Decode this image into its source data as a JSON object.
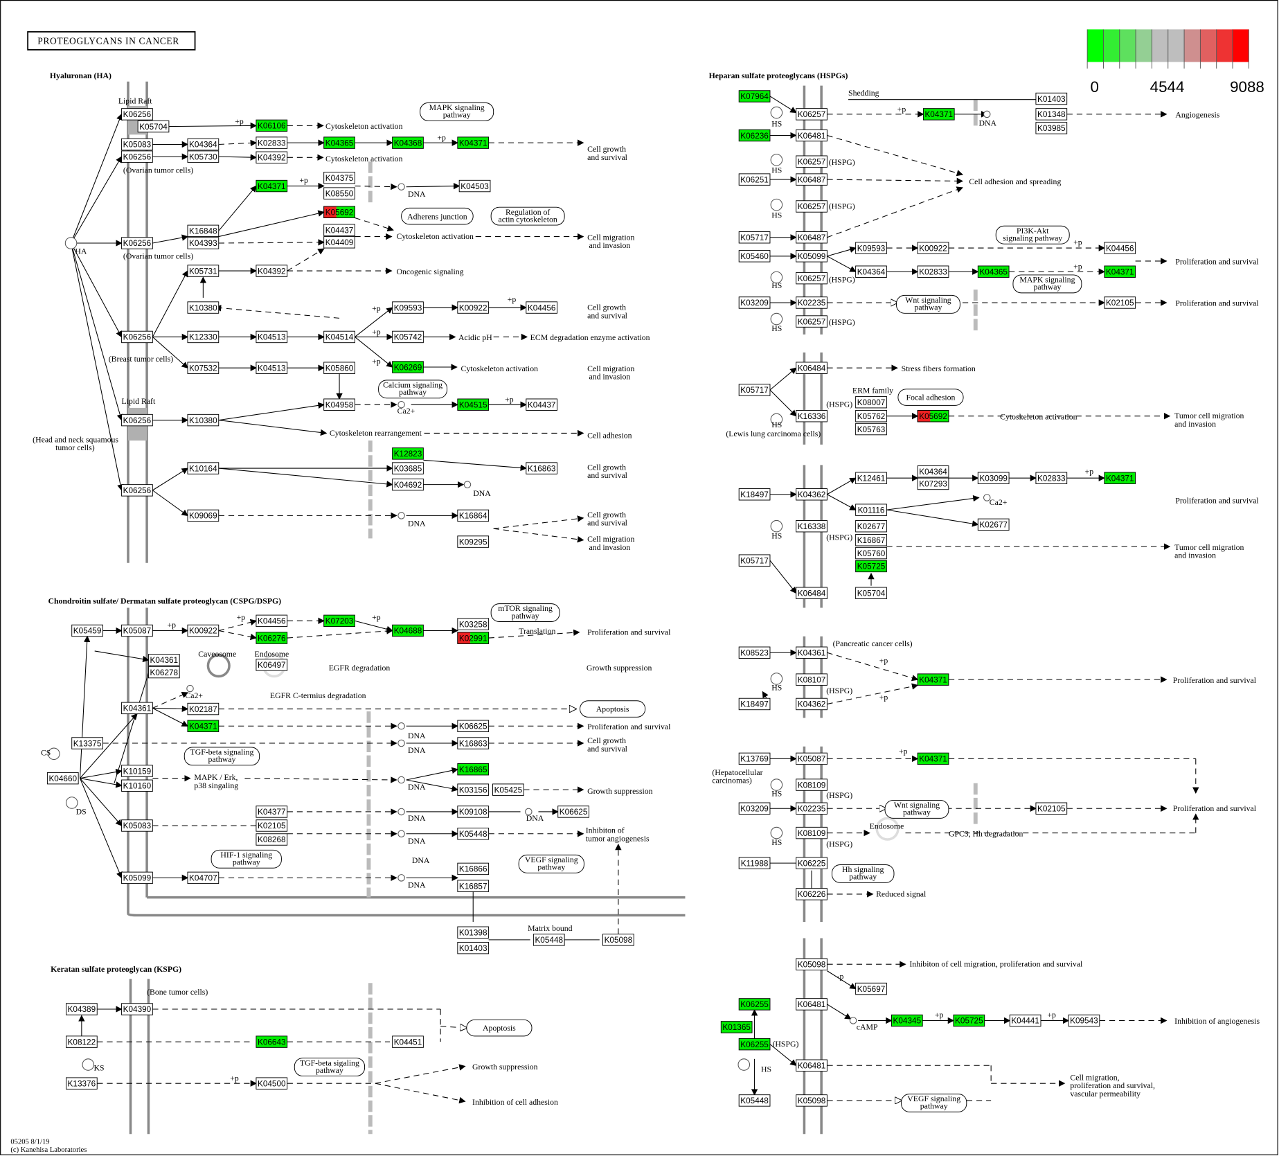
{
  "title": "PROTEOGLYCANS IN CANCER",
  "legend": {
    "colors": [
      "#00ff00",
      "#33ee33",
      "#5ee05e",
      "#94cf94",
      "#bebebe",
      "#bebebe",
      "#cf8f8f",
      "#e06060",
      "#ee3333",
      "#ff0000"
    ],
    "min_label": "0",
    "mid_label": "4544",
    "max_label": "9088"
  },
  "colors": {
    "white": "#ffffff",
    "green": "#00ee00",
    "red": "#ee2222"
  },
  "sections": [
    "Hyaluronan (HA)",
    "Chondroitin sulfate/ Dermatan sulfate proteoglycan (CSPG/DSPG)",
    "Keratan sulfate proteoglycan (KSPG)",
    "Heparan sulfate proteoglycans (HSPGs)"
  ],
  "footer": [
    "05205 8/1/19",
    "(c) Kanehisa Laboratories"
  ],
  "nodes": [
    {
      "id": "K06256",
      "state": "white"
    },
    {
      "id": "K05704",
      "state": "white"
    },
    {
      "id": "K06106",
      "state": "green"
    },
    {
      "id": "K05083",
      "state": "white"
    },
    {
      "id": "K06256",
      "state": "white"
    },
    {
      "id": "K04364",
      "state": "white"
    },
    {
      "id": "K05730",
      "state": "white"
    },
    {
      "id": "K02833",
      "state": "white"
    },
    {
      "id": "K04392",
      "state": "white"
    },
    {
      "id": "K04365",
      "state": "green"
    },
    {
      "id": "K04368",
      "state": "green"
    },
    {
      "id": "K04371",
      "state": "green"
    },
    {
      "id": "K04371",
      "state": "green"
    },
    {
      "id": "K04375",
      "state": "white"
    },
    {
      "id": "K08550",
      "state": "white"
    },
    {
      "id": "K04503",
      "state": "white"
    },
    {
      "id": "K05692",
      "state": "red-green"
    },
    {
      "id": "K16848",
      "state": "white"
    },
    {
      "id": "K04393",
      "state": "white"
    },
    {
      "id": "K06256",
      "state": "white"
    },
    {
      "id": "K04437",
      "state": "white"
    },
    {
      "id": "K04409",
      "state": "white"
    },
    {
      "id": "K05731",
      "state": "white"
    },
    {
      "id": "K04392",
      "state": "white"
    },
    {
      "id": "K10380",
      "state": "white"
    },
    {
      "id": "K09593",
      "state": "white"
    },
    {
      "id": "K00922",
      "state": "white"
    },
    {
      "id": "K04456",
      "state": "white"
    },
    {
      "id": "K06256",
      "state": "white"
    },
    {
      "id": "K12330",
      "state": "white"
    },
    {
      "id": "K04513",
      "state": "white"
    },
    {
      "id": "K04514",
      "state": "white"
    },
    {
      "id": "K05742",
      "state": "white"
    },
    {
      "id": "K07532",
      "state": "white"
    },
    {
      "id": "K04513",
      "state": "white"
    },
    {
      "id": "K05860",
      "state": "white"
    },
    {
      "id": "K06269",
      "state": "green"
    },
    {
      "id": "K04958",
      "state": "white"
    },
    {
      "id": "K04515",
      "state": "green"
    },
    {
      "id": "K04437",
      "state": "white"
    },
    {
      "id": "K06256",
      "state": "white"
    },
    {
      "id": "K10380",
      "state": "white"
    },
    {
      "id": "K12823",
      "state": "green"
    },
    {
      "id": "K03685",
      "state": "white"
    },
    {
      "id": "K04692",
      "state": "white"
    },
    {
      "id": "K16863",
      "state": "white"
    },
    {
      "id": "K10164",
      "state": "white"
    },
    {
      "id": "K06256",
      "state": "white"
    },
    {
      "id": "K09069",
      "state": "white"
    },
    {
      "id": "K16864",
      "state": "white"
    },
    {
      "id": "K09295",
      "state": "white"
    },
    {
      "id": "K05459",
      "state": "white"
    },
    {
      "id": "K05087",
      "state": "white"
    },
    {
      "id": "K00922",
      "state": "white"
    },
    {
      "id": "K04456",
      "state": "white"
    },
    {
      "id": "K06276",
      "state": "green"
    },
    {
      "id": "K07203",
      "state": "green"
    },
    {
      "id": "K04688",
      "state": "green"
    },
    {
      "id": "K03258",
      "state": "white"
    },
    {
      "id": "K02991",
      "state": "red-green"
    },
    {
      "id": "K04361",
      "state": "white"
    },
    {
      "id": "K06278",
      "state": "white"
    },
    {
      "id": "K06497",
      "state": "white"
    },
    {
      "id": "K04361",
      "state": "white"
    },
    {
      "id": "K02187",
      "state": "white"
    },
    {
      "id": "K04371",
      "state": "green"
    },
    {
      "id": "K06625",
      "state": "white"
    },
    {
      "id": "K13375",
      "state": "white"
    },
    {
      "id": "K16863",
      "state": "white"
    },
    {
      "id": "K16865",
      "state": "green"
    },
    {
      "id": "K10159",
      "state": "white"
    },
    {
      "id": "K10160",
      "state": "white"
    },
    {
      "id": "K03156",
      "state": "white"
    },
    {
      "id": "K05425",
      "state": "white"
    },
    {
      "id": "K04660",
      "state": "white"
    },
    {
      "id": "K05083",
      "state": "white"
    },
    {
      "id": "K04377",
      "state": "white"
    },
    {
      "id": "K02105",
      "state": "white"
    },
    {
      "id": "K08268",
      "state": "white"
    },
    {
      "id": "K09108",
      "state": "white"
    },
    {
      "id": "K06625",
      "state": "white"
    },
    {
      "id": "K05448",
      "state": "white"
    },
    {
      "id": "K05099",
      "state": "white"
    },
    {
      "id": "K04707",
      "state": "white"
    },
    {
      "id": "K16866",
      "state": "white"
    },
    {
      "id": "K16857",
      "state": "white"
    },
    {
      "id": "K01398",
      "state": "white"
    },
    {
      "id": "K01403",
      "state": "white"
    },
    {
      "id": "K05448",
      "state": "white"
    },
    {
      "id": "K05098",
      "state": "white"
    },
    {
      "id": "K04389",
      "state": "white"
    },
    {
      "id": "K04390",
      "state": "white"
    },
    {
      "id": "K08122",
      "state": "white"
    },
    {
      "id": "K06643",
      "state": "green"
    },
    {
      "id": "K04451",
      "state": "white"
    },
    {
      "id": "K13376",
      "state": "white"
    },
    {
      "id": "K04500",
      "state": "white"
    },
    {
      "id": "K07964",
      "state": "green"
    },
    {
      "id": "K06257",
      "state": "white"
    },
    {
      "id": "K01403",
      "state": "white"
    },
    {
      "id": "K04371",
      "state": "green"
    },
    {
      "id": "K01348",
      "state": "white"
    },
    {
      "id": "K03985",
      "state": "white"
    },
    {
      "id": "K06236",
      "state": "green"
    },
    {
      "id": "K06481",
      "state": "white"
    },
    {
      "id": "K06257",
      "state": "white"
    },
    {
      "id": "K06251",
      "state": "white"
    },
    {
      "id": "K06487",
      "state": "white"
    },
    {
      "id": "K06257",
      "state": "white"
    },
    {
      "id": "K05717",
      "state": "white"
    },
    {
      "id": "K06487",
      "state": "white"
    },
    {
      "id": "K05460",
      "state": "white"
    },
    {
      "id": "K05099",
      "state": "white"
    },
    {
      "id": "K09593",
      "state": "white"
    },
    {
      "id": "K00922",
      "state": "white"
    },
    {
      "id": "K04456",
      "state": "white"
    },
    {
      "id": "K04364",
      "state": "white"
    },
    {
      "id": "K02833",
      "state": "white"
    },
    {
      "id": "K04365",
      "state": "green"
    },
    {
      "id": "K04371",
      "state": "green"
    },
    {
      "id": "K06257",
      "state": "white"
    },
    {
      "id": "K03209",
      "state": "white"
    },
    {
      "id": "K02235",
      "state": "white"
    },
    {
      "id": "K06257",
      "state": "white"
    },
    {
      "id": "K02105",
      "state": "white"
    },
    {
      "id": "K06484",
      "state": "white"
    },
    {
      "id": "K05717",
      "state": "white"
    },
    {
      "id": "K08007",
      "state": "white"
    },
    {
      "id": "K05762",
      "state": "white"
    },
    {
      "id": "K05763",
      "state": "white"
    },
    {
      "id": "K16336",
      "state": "white"
    },
    {
      "id": "K05692",
      "state": "red-green"
    },
    {
      "id": "K12461",
      "state": "white"
    },
    {
      "id": "K18497",
      "state": "white"
    },
    {
      "id": "K04362",
      "state": "white"
    },
    {
      "id": "K04364",
      "state": "white"
    },
    {
      "id": "K07293",
      "state": "white"
    },
    {
      "id": "K03099",
      "state": "white"
    },
    {
      "id": "K02833",
      "state": "white"
    },
    {
      "id": "K04371",
      "state": "green"
    },
    {
      "id": "K01116",
      "state": "white"
    },
    {
      "id": "K16338",
      "state": "white"
    },
    {
      "id": "K02677",
      "state": "white"
    },
    {
      "id": "K02677",
      "state": "white"
    },
    {
      "id": "K16867",
      "state": "white"
    },
    {
      "id": "K05760",
      "state": "white"
    },
    {
      "id": "K05725",
      "state": "green"
    },
    {
      "id": "K05717",
      "state": "white"
    },
    {
      "id": "K06484",
      "state": "white"
    },
    {
      "id": "K05704",
      "state": "white"
    },
    {
      "id": "K08523",
      "state": "white"
    },
    {
      "id": "K04361",
      "state": "white"
    },
    {
      "id": "K08107",
      "state": "white"
    },
    {
      "id": "K04371",
      "state": "green"
    },
    {
      "id": "K18497",
      "state": "white"
    },
    {
      "id": "K04362",
      "state": "white"
    },
    {
      "id": "K13769",
      "state": "white"
    },
    {
      "id": "K05087",
      "state": "white"
    },
    {
      "id": "K04371",
      "state": "green"
    },
    {
      "id": "K08109",
      "state": "white"
    },
    {
      "id": "K03209",
      "state": "white"
    },
    {
      "id": "K02235",
      "state": "white"
    },
    {
      "id": "K02105",
      "state": "white"
    },
    {
      "id": "K08109",
      "state": "white"
    },
    {
      "id": "K11988",
      "state": "white"
    },
    {
      "id": "K06225",
      "state": "white"
    },
    {
      "id": "K06226",
      "state": "white"
    },
    {
      "id": "K05098",
      "state": "white"
    },
    {
      "id": "K05697",
      "state": "white"
    },
    {
      "id": "K06255",
      "state": "green"
    },
    {
      "id": "K06481",
      "state": "white"
    },
    {
      "id": "K01365",
      "state": "green"
    },
    {
      "id": "K04345",
      "state": "green"
    },
    {
      "id": "K05725",
      "state": "green"
    },
    {
      "id": "K04441",
      "state": "white"
    },
    {
      "id": "K09543",
      "state": "white"
    },
    {
      "id": "K06255",
      "state": "green"
    },
    {
      "id": "K06481",
      "state": "white"
    },
    {
      "id": "K05448",
      "state": "white"
    },
    {
      "id": "K05098",
      "state": "white"
    }
  ],
  "pathway_links": [
    [
      "MAPK signaling",
      "pathway"
    ],
    [
      "Adherens junction"
    ],
    [
      "Regulation of",
      "actin cytoskeleton"
    ],
    [
      "Calcium signaling",
      "pathway"
    ],
    [
      "mTOR signaling",
      "pathway"
    ],
    [
      "Apoptosis"
    ],
    [
      "TGF-beta signaling",
      "pathway"
    ],
    [
      "HIF-1 signaling",
      "pathway"
    ],
    [
      "VEGF signaling",
      "pathway"
    ],
    [
      "Apoptosis"
    ],
    [
      "TGF-beta sigaling",
      "pathway"
    ],
    [
      "PI3K-Akt",
      "signaling pathway"
    ],
    [
      "MAPK signaling",
      "pathway"
    ],
    [
      "Wnt signaling",
      "pathway"
    ],
    [
      "Focal adhesion"
    ],
    [
      "Wnt signaling",
      "pathway"
    ],
    [
      "Hh signaling",
      "pathway"
    ],
    [
      "VEGF signaling",
      "pathway"
    ]
  ],
  "labels": [
    "Lipid Raft",
    "+p",
    "Cytoskeleton activation",
    "Cytoskeleton activation",
    "Cell growth",
    "and survival",
    "+p",
    "(Ovarian tumor cells)",
    "+p",
    "DNA",
    "Cytoskeleton activation",
    "Cell migration",
    "and invasion",
    "HA",
    "(Ovarian tumor cells)",
    "Oncogenic signaling",
    "+p",
    "+p",
    "Cell growth",
    "and survival",
    "+p",
    "Acidic pH",
    "ECM degradation enzyme activation",
    "(Breast tumor cells)",
    "+p",
    "Cytoskeleton activation",
    "Cell migration",
    "and invasion",
    "+p",
    "Lipid Raft",
    "Cytoskeleton rearrangement",
    "Cell adhesion",
    "(Head and neck squamous",
    "tumor cells)",
    "Cell growth",
    "and survival",
    "DNA",
    "DNA",
    "Cell growth",
    "and survival",
    "Cell migration",
    "and invasion",
    "Ca2+",
    "+p",
    "+p",
    "+p",
    "Translation",
    "Proliferation and survival",
    "Caveosome",
    "Endosome",
    "EGFR degradation",
    "Growth suppression",
    "Ca2+",
    "EGFR C-termius degradation",
    "Proliferation and survival",
    "CS",
    "DNA",
    "Cell growth",
    "and survival",
    "DNA",
    "MAPK / Erk,",
    "p38 singaling",
    "DNA",
    "Growth suppression",
    "DS",
    "DNA",
    "DNA",
    "Inhibiton of",
    "tumor angiogenesis",
    "DNA",
    "DNA",
    "Matrix bound",
    "DNA",
    "(Bone tumor cells)",
    "KS",
    "+p",
    "Growth suppression",
    "Inhibition of cell adhesion",
    "Shedding",
    "HS",
    "+p",
    "DNA",
    "Angiogenesis",
    "HS",
    "(HSPG)",
    "Cell adhesion and spreading",
    "HS",
    "(HSPG)",
    "+p",
    "Proliferation and survival",
    "+p",
    "HS",
    "(HSPG)",
    "Proliferation and survival",
    "HS",
    "(HSPG)",
    "Stress fibers formation",
    "ERM family",
    "(HSPG)",
    "Cytoskeleton activation",
    "Tumor cell migration",
    "and invasion",
    "HS",
    "(Lewis lung carcinoma cells)",
    "+p",
    "Ca2+",
    "Proliferation and survival",
    "HS",
    "(HSPG)",
    "Tumor cell migration",
    "and invasion",
    "(Pancreatic cancer cells)",
    "+p",
    "HS",
    "(HSPG)",
    "+p",
    "Proliferation and survival",
    "+p",
    "(Hepatocellular",
    "carcinomas)",
    "HS",
    "(HSPG)",
    "Proliferation and survival",
    "Endosome",
    "GPC3, Hh degradation",
    "HS",
    "(HSPG)",
    "Reduced signal",
    "Inhibiton of cell migration, proliferation and survival",
    "-p",
    "cAMP",
    "+p",
    "+p",
    "Inhibition of angiogenesis",
    "(HSPG)",
    "HS",
    "Cell migration,",
    "proliferation and survival,",
    "vascular permeability"
  ]
}
